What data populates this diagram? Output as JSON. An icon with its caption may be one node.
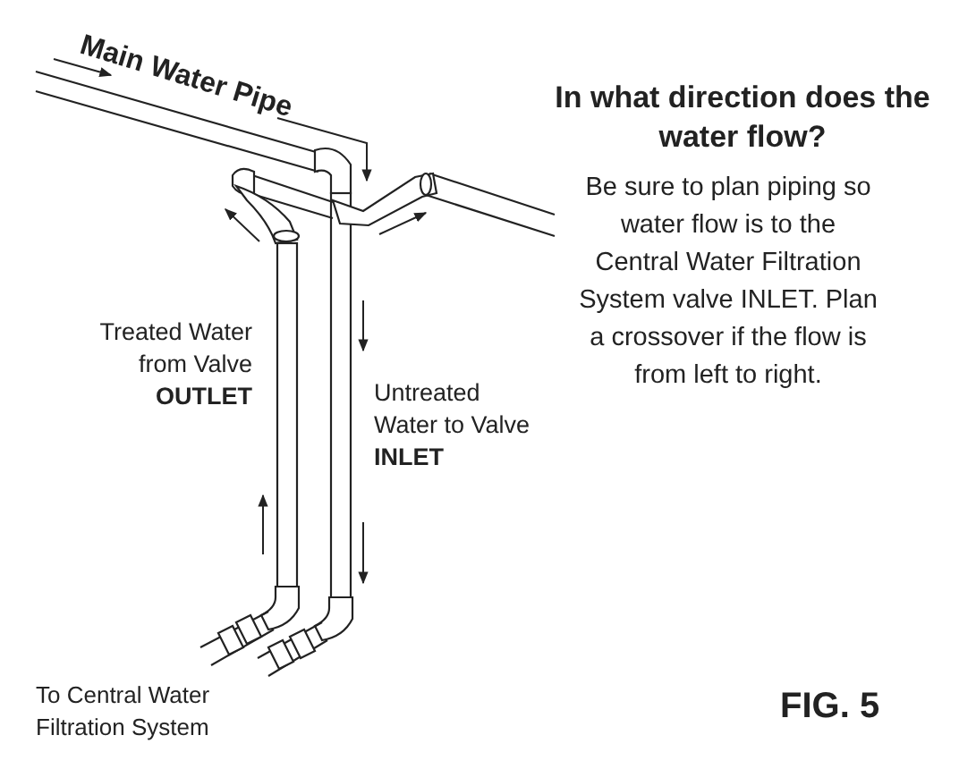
{
  "diagram": {
    "title": "In what direction does the water flow?",
    "labels": [
      "Main Water Pipe",
      "Be sure to plan piping so water flow is to the Central Water Filtration System valve INLET. Plan a crossover if the flow is from left to right.",
      "Treated Water from Valve **OUTLET**",
      "Untreated Water to Valve **INLET**",
      "To Central Water Filtration System",
      "FIG. 5"
    ]
  }
}
